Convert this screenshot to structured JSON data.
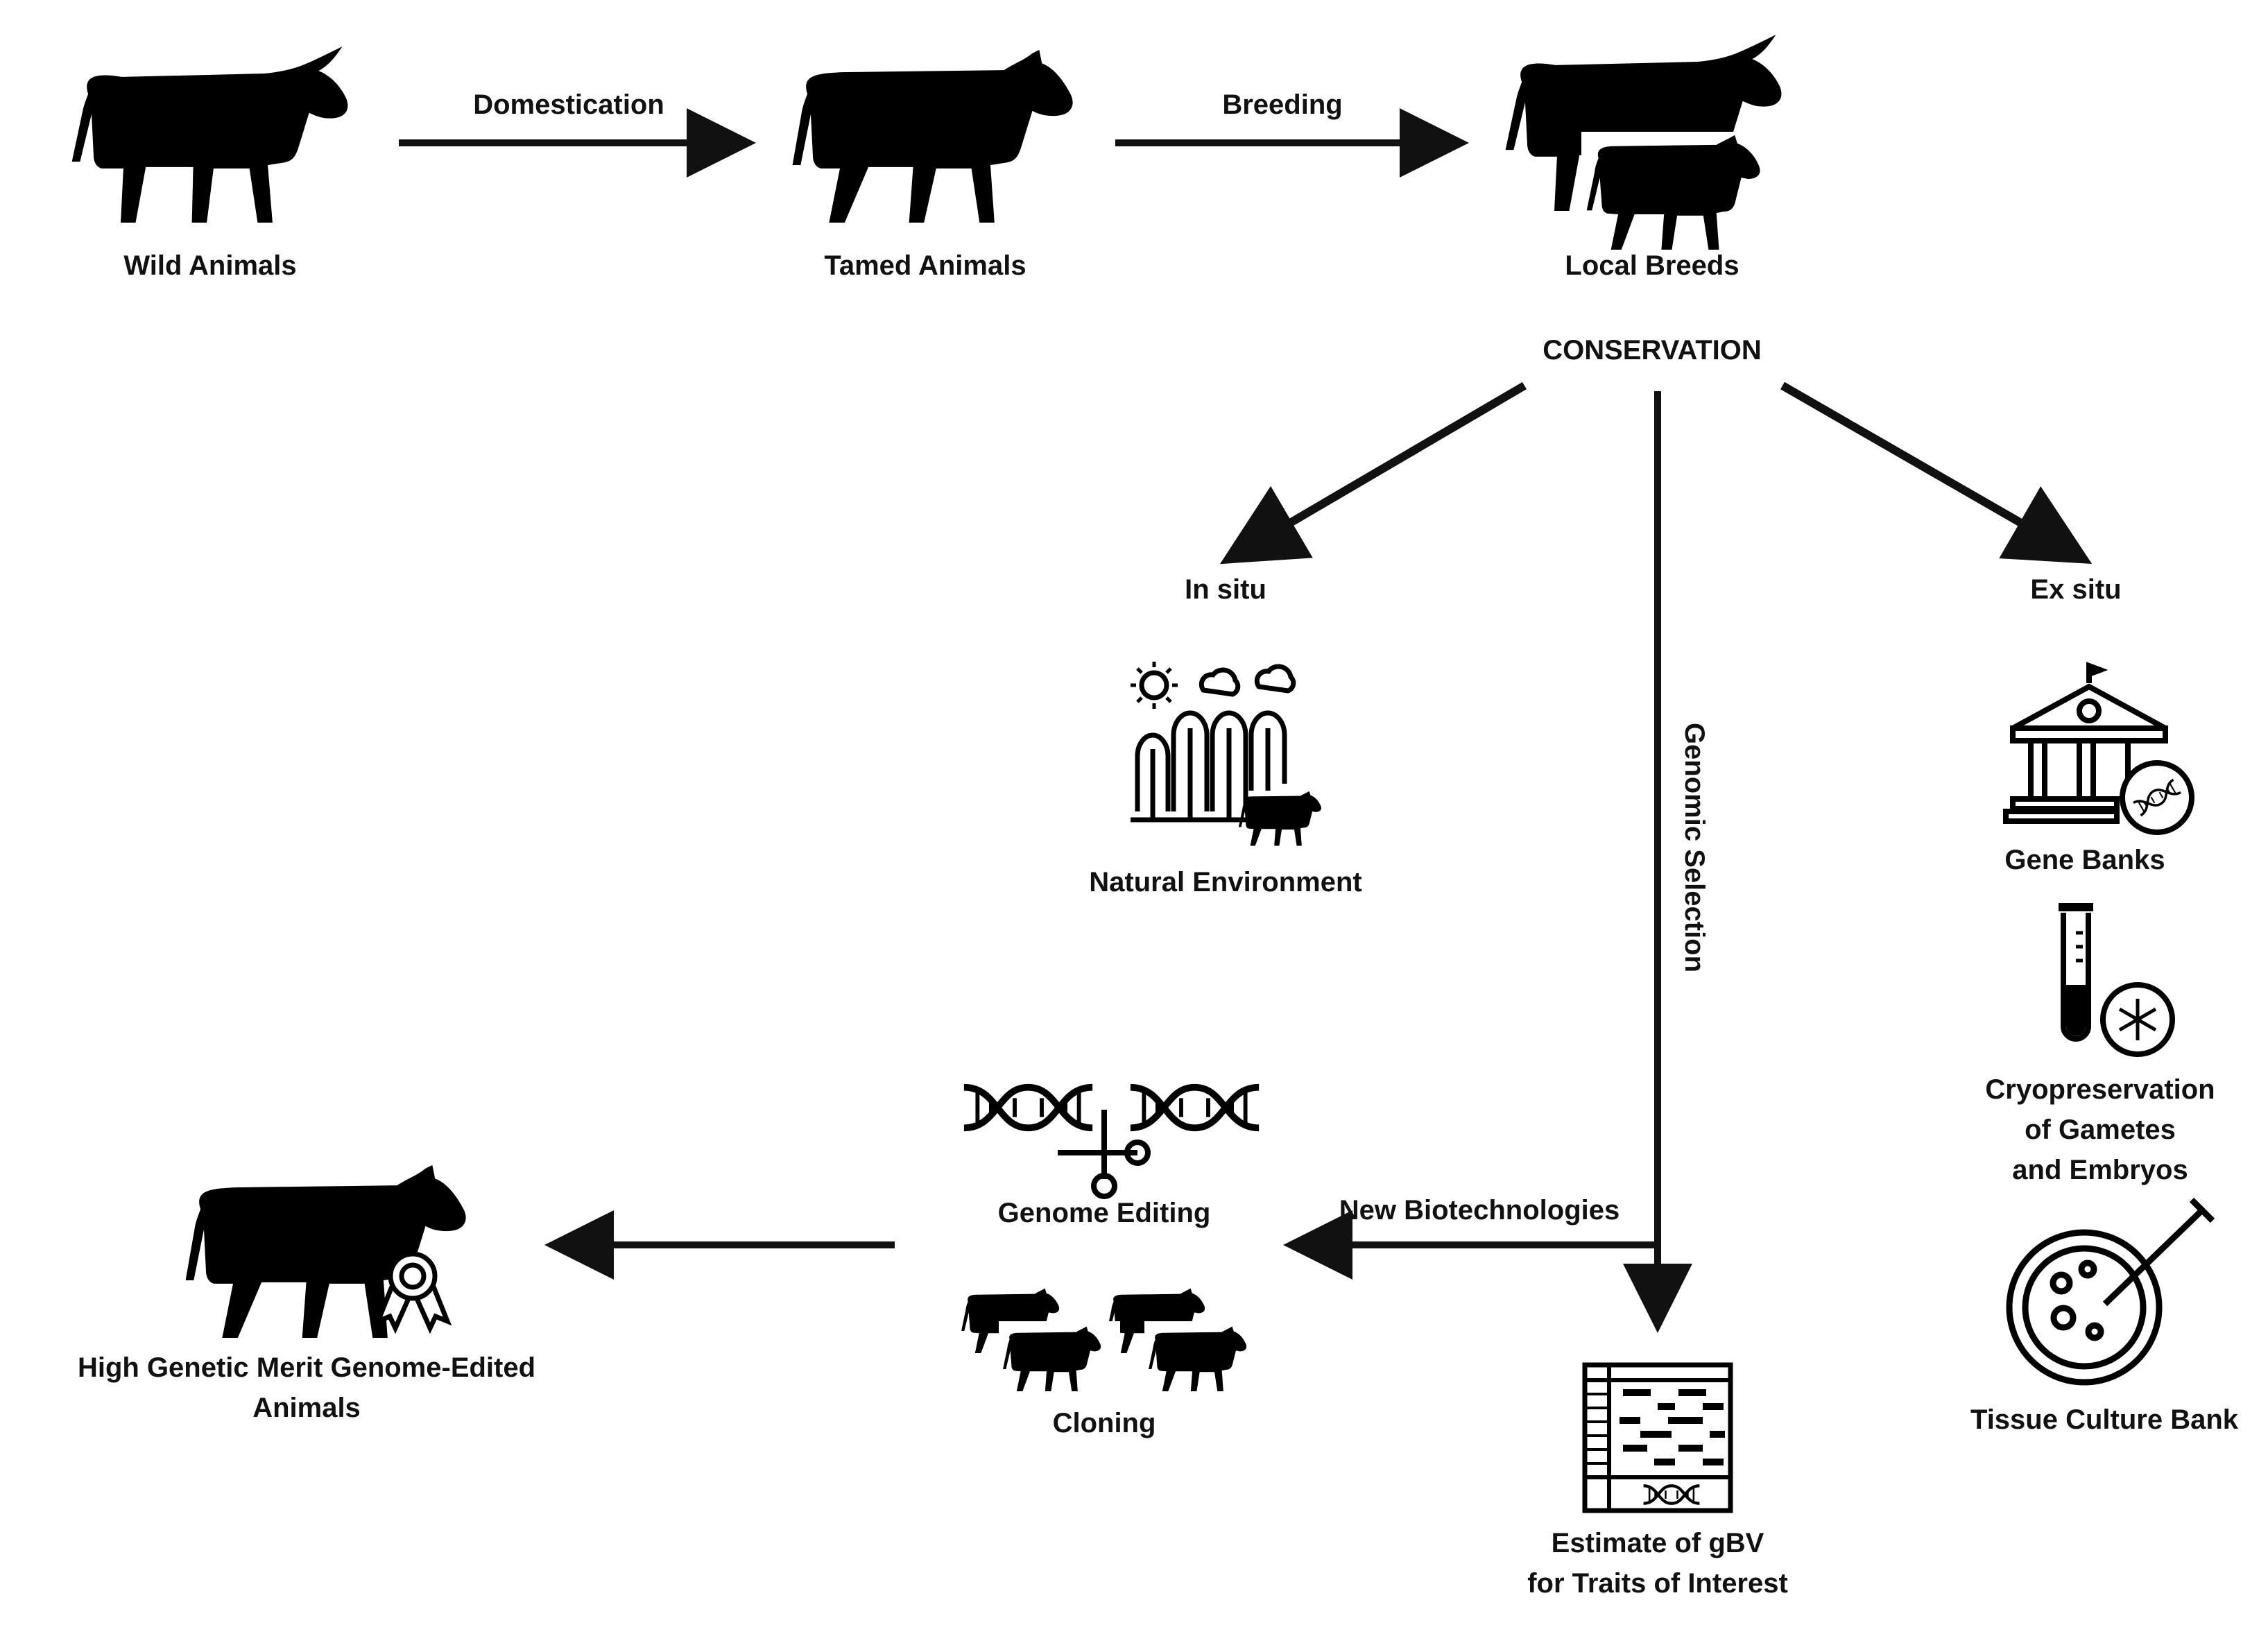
{
  "nodes": {
    "wild_animals": "Wild Animals",
    "tamed_animals": "Tamed Animals",
    "local_breeds": "Local Breeds",
    "conservation": "CONSERVATION",
    "in_situ": "In situ",
    "ex_situ": "Ex situ",
    "natural_environment": "Natural Environment",
    "gene_banks": "Gene Banks",
    "cryo_line1": "Cryopreservation",
    "cryo_line2": "of Gametes",
    "cryo_line3": "and Embryos",
    "tissue_culture_bank": "Tissue Culture Bank",
    "genome_editing": "Genome Editing",
    "cloning": "Cloning",
    "gbv_line1": "Estimate of gBV",
    "gbv_line2": "for Traits of Interest",
    "high_merit_line1": "High Genetic Merit Genome-Edited",
    "high_merit_line2": "Animals"
  },
  "edges": {
    "domestication": "Domestication",
    "breeding": "Breeding",
    "genomic_selection": "Genomic Selection",
    "new_biotechnologies": "New Biotechnologies"
  },
  "icons": {
    "wild": "bull-icon",
    "tamed": "cow-icon",
    "local": "cow-with-calf-icon",
    "natural": "landscape-icon",
    "gene_bank": "gene-bank-building-icon",
    "cryo": "test-tube-icon",
    "tissue": "petri-dish-icon",
    "editing": "dna-scissors-icon",
    "cloning": "cloned-cows-icon",
    "gbv": "genomic-table-icon",
    "merit": "award-cow-icon"
  }
}
